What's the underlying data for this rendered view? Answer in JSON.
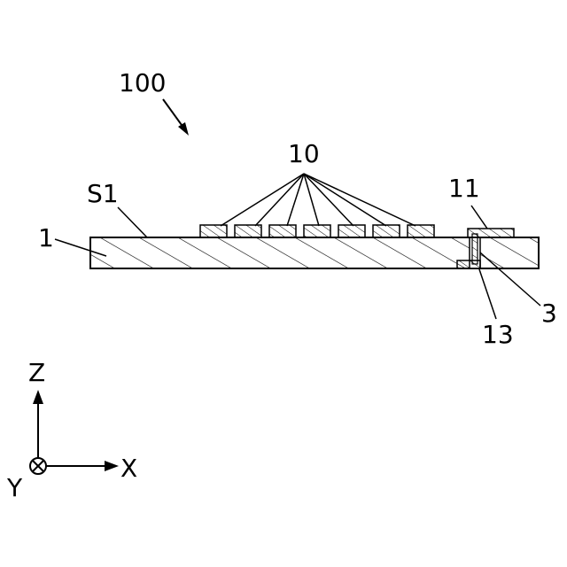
{
  "labels": {
    "device": "100",
    "pads": "10",
    "surface": "S1",
    "substrate": "1",
    "top_pad": "11",
    "bottom_pad": "13",
    "via": "3"
  },
  "axes": {
    "z": "Z",
    "x": "X",
    "y": "Y"
  }
}
